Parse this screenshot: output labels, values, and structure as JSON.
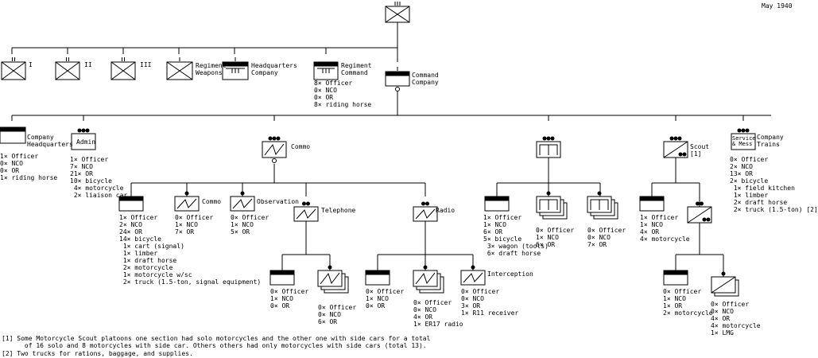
{
  "date": "May 1940",
  "labels": {
    "bat1": "I",
    "bat2": "II",
    "bat3": "III",
    "regiment_weapons": "Regiment\nWeapons",
    "headquarters_company": "Headquarters\nCompany",
    "regiment_command": "Regiment\nCommand",
    "command_company": "Command\nCompany",
    "company_headquarters": "Company\nHeadquarters",
    "admin": "Admin",
    "commo": "Commo",
    "scout": "Scout\n[1]",
    "service_mess": "Service\n& Mess",
    "company_trains": "Company\nTrains",
    "commo_sub": "Commo",
    "observation": "Observation",
    "telephone": "Telephone",
    "radio": "Radio",
    "interception": "Interception"
  },
  "strength": {
    "regiment_command": "8× Officer\n0× NCO\n0× OR\n8× riding horse",
    "company_headquarters": "1× Officer\n0× NCO\n0× OR\n1× riding horse",
    "admin": "1× Officer\n7× NCO\n21× OR\n10× bicycle\n 4× motorcycle\n 2× liaison car",
    "commo_hq": "1× Officer\n2× NCO\n24× OR\n14× bicycle\n 1× cart (signal)\n 1× limber\n 1× draft horse\n 2× motorcycle\n 1× motorcycle w/sc\n 2× truck (1.5-ton, signal equipment)",
    "commo_sub": "0× Officer\n1× NCO\n7× OR",
    "observation": "0× Officer\n1× NCO\n5× OR",
    "tel_hq": "0× Officer\n1× NCO\n0× OR",
    "tel_squads": "0× Officer\n0× NCO\n6× OR",
    "radio_hq": "0× Officer\n1× NCO\n0× OR",
    "radio_squads": "0× Officer\n0× NCO\n4× OR\n1× ER17 radio",
    "interception": "0× Officer\n0× NCO\n3× OR\n1× R11 receiver",
    "mid_hq": "1× Officer\n1× NCO\n6× OR\n5× bicycle\n 3× wagon (tools)\n 6× draft horse",
    "mid_a": "0× Officer\n1× NCO\n6× OR",
    "mid_b": "0× Officer\n0× NCO\n7× OR",
    "scout_hq": "1× Officer\n1× NCO\n4× OR\n4× motorcycle",
    "scout_sub_hq": "0× Officer\n1× NCO\n1× OR\n2× motorcycle",
    "scout_sections": "0× Officer\n0× NCO\n4× OR\n4× motorcycle\n1× LMG",
    "trains": "0× Officer\n2× NCO\n13× OR\n2× bicycle\n 1× field kitchen\n 1× limber\n 2× draft horse\n 2× truck (1.5-ton) [2]"
  },
  "notes": {
    "note1": "[1] Some Motorcycle Scout platoons one section had solo motorcycles and the other one with side cars for a total\n      of 16 solo and 8 motorcycles with side car. Others others had only motorcycles with side cars (total 13).",
    "note2": "[2] Two trucks for rations, baggage, and supplies."
  }
}
